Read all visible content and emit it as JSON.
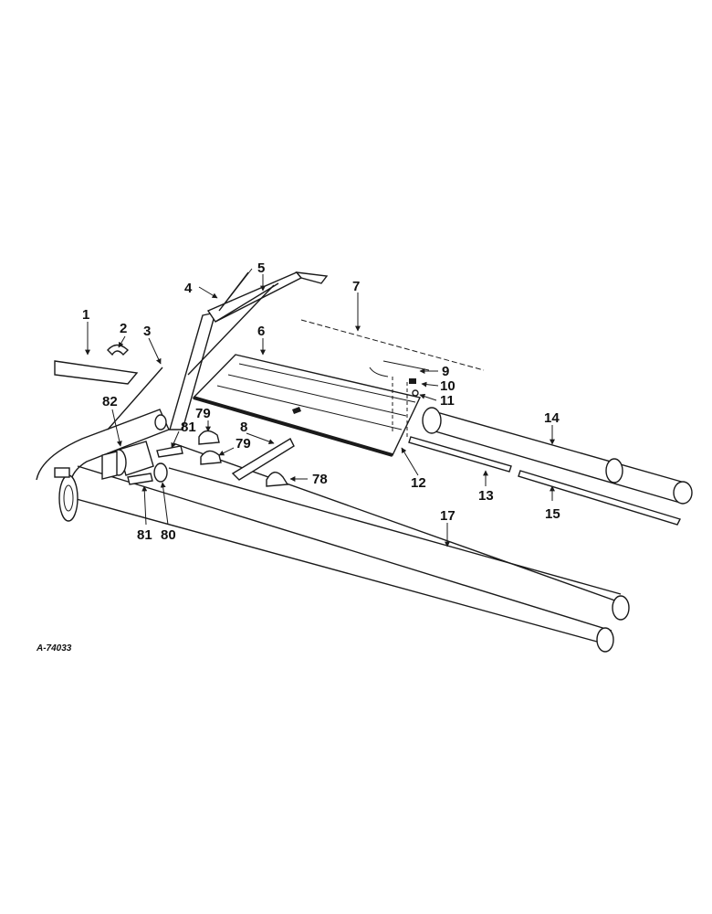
{
  "drawing_id": "A-74033",
  "callouts": [
    "1",
    "2",
    "3",
    "4",
    "5",
    "6",
    "7",
    "8",
    "9",
    "10",
    "11",
    "12",
    "13",
    "14",
    "15",
    "17",
    "78",
    "79",
    "79",
    "80",
    "81",
    "81",
    "82"
  ]
}
